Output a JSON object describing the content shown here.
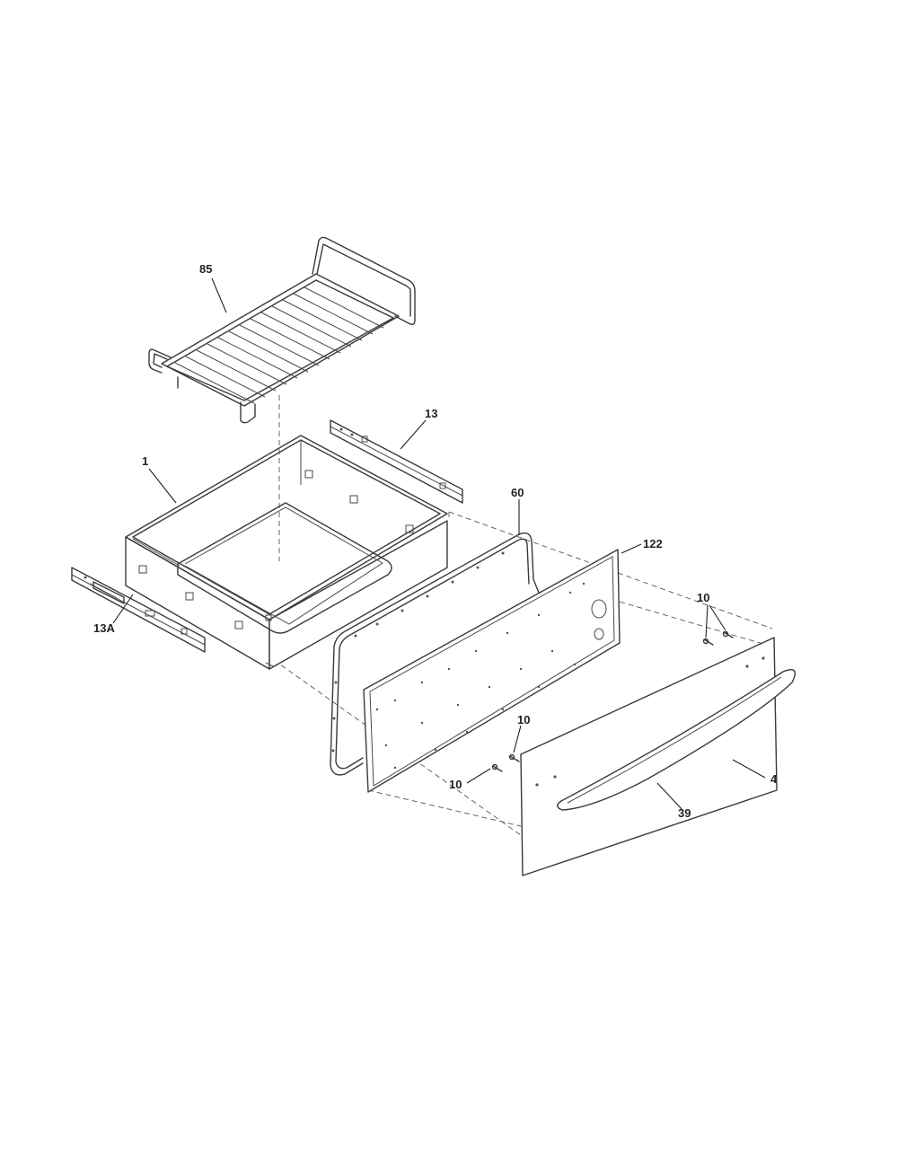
{
  "callouts": {
    "rack": "85",
    "drawer_body": "1",
    "right_slide": "13",
    "left_slide": "13A",
    "gasket": "60",
    "inner_panel": "122",
    "screws_right": "10",
    "screw_upper_center": "10",
    "screw_lower_center": "10",
    "front_panel": "4",
    "handle": "39"
  }
}
